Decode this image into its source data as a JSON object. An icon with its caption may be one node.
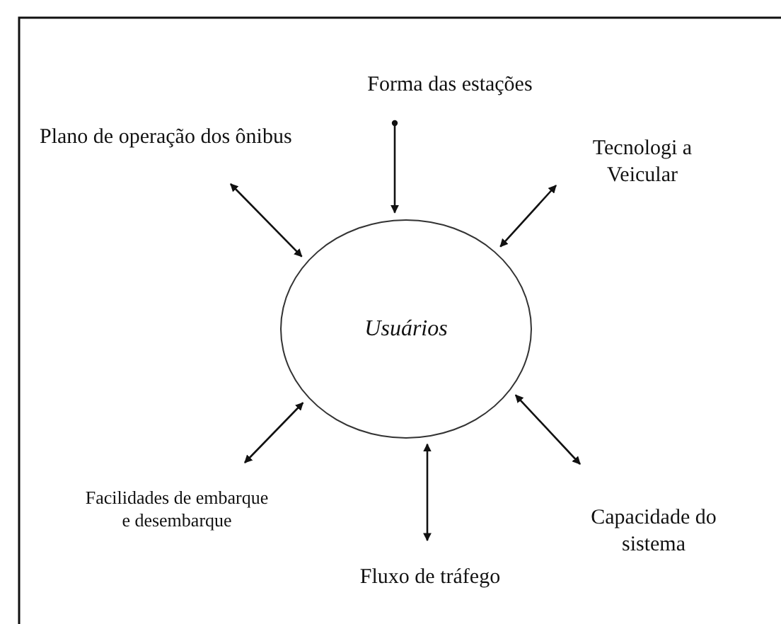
{
  "diagram": {
    "nodes": [
      {
        "text": [
          "Forma das estações"
        ]
      },
      {
        "text": [
          "Plano de operação dos ônibus"
        ]
      },
      {
        "text": [
          "Tecnologi a Veicular"
        ]
      },
      {
        "text": [
          "Usuários"
        ]
      },
      {
        "text": [
          "Facilidades de embarque e desembarque"
        ]
      },
      {
        "text": [
          "Fluxo de tráfego"
        ]
      },
      {
        "text": [
          "Capacidade do sistema"
        ]
      }
    ],
    "edges": [
      {
        "from": 0,
        "to": 3,
        "arrow": "to"
      },
      {
        "from": 1,
        "to": 3,
        "arrow": "both"
      },
      {
        "from": 2,
        "to": 3,
        "arrow": "both"
      },
      {
        "from": 4,
        "to": 3,
        "arrow": "both"
      },
      {
        "from": 5,
        "to": 3,
        "arrow": "both"
      },
      {
        "from": 6,
        "to": 3,
        "arrow": "both"
      }
    ]
  }
}
